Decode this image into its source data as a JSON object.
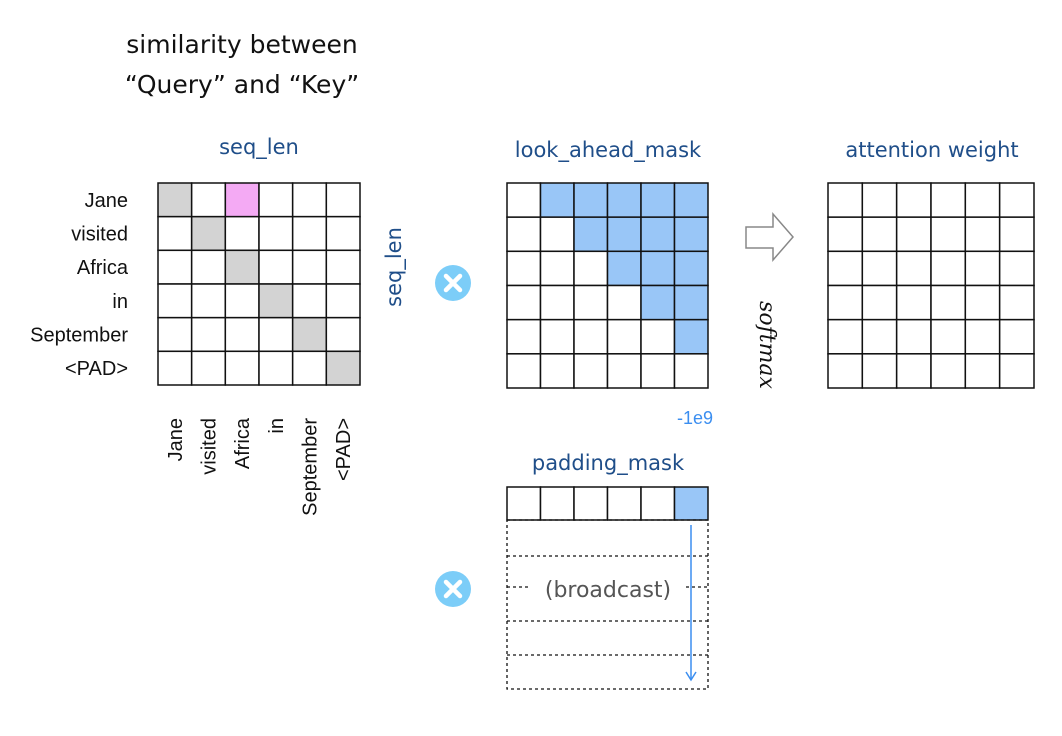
{
  "title": {
    "line1": "similarity between",
    "line2": "“Query” and “Key”"
  },
  "similarity_matrix": {
    "top_label": "seq_len",
    "side_label": "seq_len",
    "row_labels": [
      "Jane",
      "visited",
      "Africa",
      "in",
      "September",
      "<PAD>"
    ],
    "col_labels": [
      "Jane",
      "visited",
      "Africa",
      "in",
      "September",
      "<PAD>"
    ],
    "highlight_cell": {
      "row": 0,
      "col": 2
    }
  },
  "look_ahead_mask": {
    "label": "look_ahead_mask",
    "value_label": "-1e9",
    "masked": "upper-triangle"
  },
  "padding_mask": {
    "label": "padding_mask",
    "masked_col": 5,
    "broadcast_label": "(broadcast)"
  },
  "operators": {
    "multiply_icon": "circle-x-icon",
    "arrow_icon": "hollow-right-arrow-icon",
    "softmax_label": "softmax"
  },
  "attention_weight": {
    "label": "attention weight"
  },
  "size": 6,
  "colors": {
    "label_blue": "#1f4e89",
    "mask_blue": "#99c6f7",
    "diag_gray": "#d3d3d3",
    "highlight_pink": "#f4aaf4",
    "op_blue": "#7ccdf8",
    "value_blue": "#3b8ef0"
  }
}
